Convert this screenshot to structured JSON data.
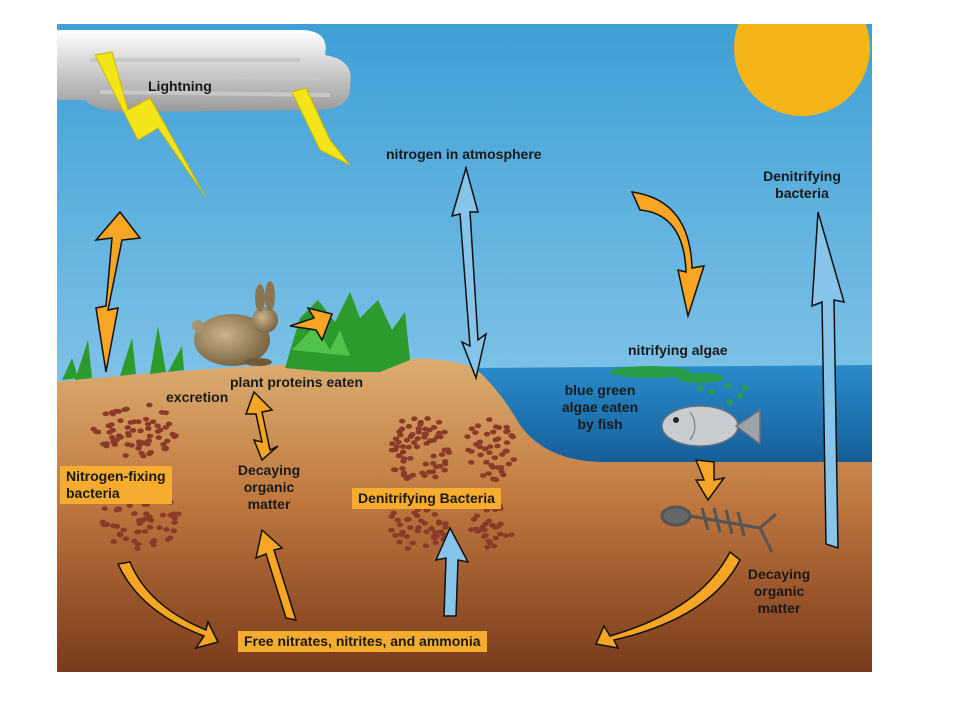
{
  "labels": {
    "lightning": "Lightning",
    "nitrogen_in_atmosphere": "nitrogen in atmosphere",
    "denitrifying_bacteria_top": "Denitrifying\nbacteria",
    "nitrifying_algae": "nitrifying algae",
    "plant_proteins_eaten": "plant proteins eaten",
    "excretion": "excretion",
    "blue_green_algae": "blue green\nalgae eaten\nby fish",
    "nitrogen_fixing_bacteria": "Nitrogen-fixing\nbacteria",
    "decaying_organic_matter_left": "Decaying\norganic\nmatter",
    "denitrifying_bacteria_box": "Denitrifying Bacteria",
    "decaying_organic_matter_right": "Decaying\norganic\nmatter",
    "free_nitrates": "Free nitrates, nitrites, and ammonia"
  },
  "colors": {
    "sky_top": "#3e9fd6",
    "sky_bottom": "#a9daf3",
    "soil_top": "#d7a76a",
    "soil_bottom": "#7a3a1c",
    "water": "#1d79b5",
    "sun": "#f5b417",
    "orange_arrow": "#f6a524",
    "blue_arrow": "#86c4ea",
    "label_box": "#f6ac2e"
  },
  "icons": [
    "cloud",
    "lightning-bolt",
    "sun",
    "rabbit",
    "grass",
    "fish",
    "fish-skeleton",
    "bacteria-cluster"
  ]
}
